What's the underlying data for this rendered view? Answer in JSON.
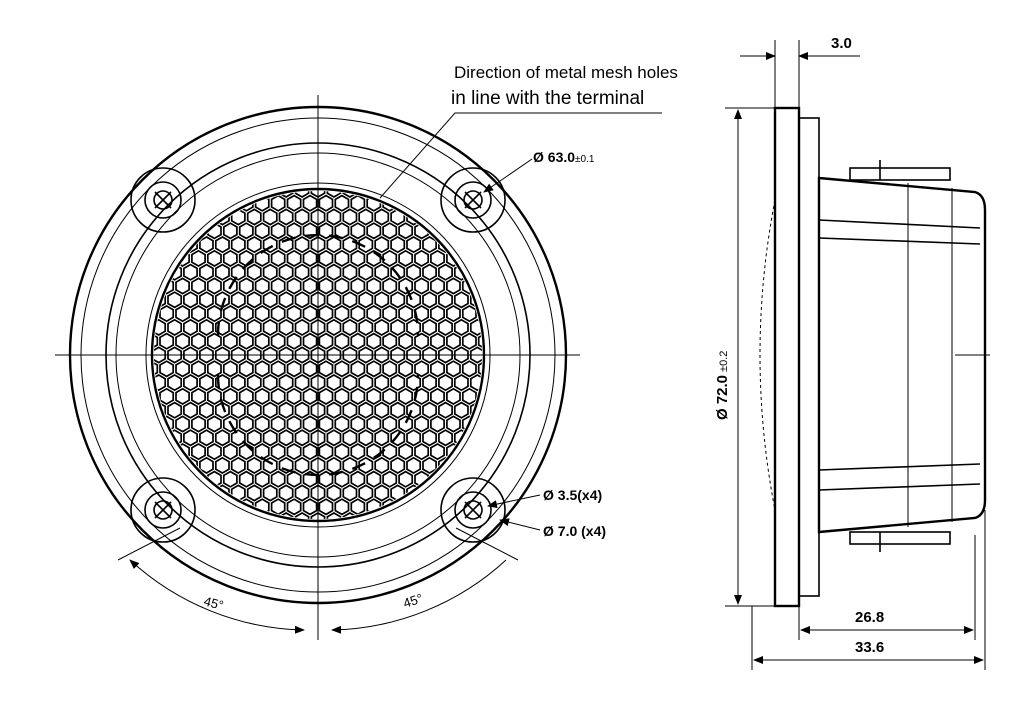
{
  "annotation": {
    "line1": "Direction of metal mesh holes",
    "line2": "in line with the terminal"
  },
  "front": {
    "outer_diameter_label": "Ø 63.0",
    "outer_diameter_tol": "±0.1",
    "hole_label": "Ø 3.5(x4)",
    "washer_label": "Ø 7.0 (x4)",
    "angle_left": "45°",
    "angle_right": "45°"
  },
  "side": {
    "flange_thickness": "3.0",
    "diameter_label": "Ø 72.0",
    "diameter_tol": "±0.2",
    "depth_body": "26.8",
    "depth_total": "33.6"
  },
  "colors": {
    "ink": "#000000",
    "paper": "#ffffff"
  }
}
